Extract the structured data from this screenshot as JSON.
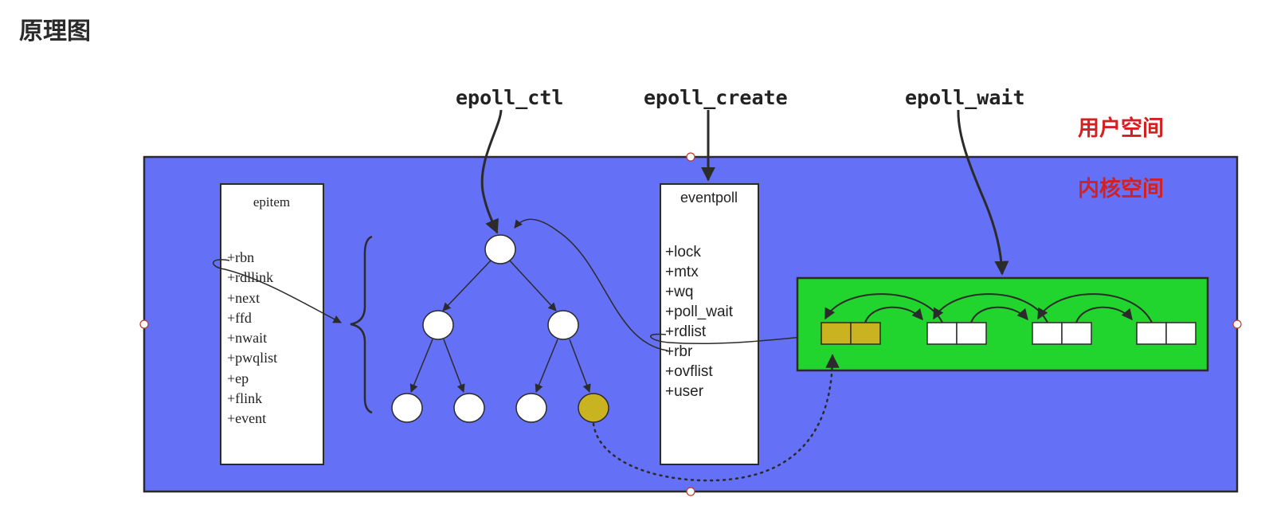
{
  "page": {
    "title": "原理图"
  },
  "labels": {
    "epoll_ctl": "epoll_ctl",
    "epoll_create": "epoll_create",
    "epoll_wait": "epoll_wait",
    "user_space": "用户空间",
    "kernel_space": "内核空间"
  },
  "epitem": {
    "title": "epitem",
    "fields": [
      "+rbn",
      "+rdllink",
      "+next",
      "+ffd",
      "+nwait",
      "+pwqlist",
      "+ep",
      "+flink",
      "+event"
    ]
  },
  "eventpoll": {
    "title": "eventpoll",
    "fields": [
      "+lock",
      "+mtx",
      "+wq",
      "+poll_wait",
      "+rdlist",
      "+rbr",
      "+ovflist",
      "+user"
    ]
  },
  "colors": {
    "kernel_bg": "#6470f5",
    "ready_list_bg": "#22d42e",
    "highlight_node": "#c9b320",
    "space_label": "#d42020",
    "stroke": "#2b2b2b"
  }
}
